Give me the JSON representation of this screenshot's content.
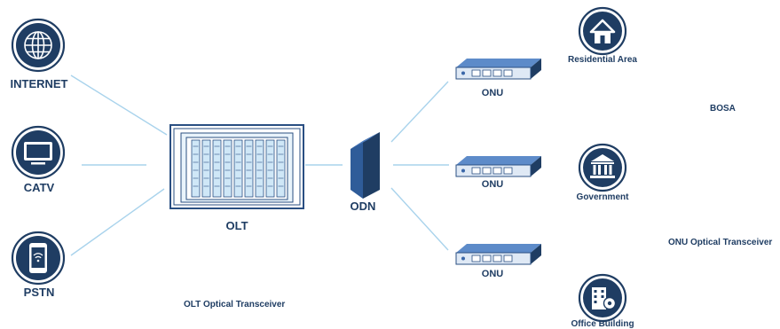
{
  "sources": [
    {
      "label": "INTERNET",
      "icon": "globe-icon"
    },
    {
      "label": "CATV",
      "icon": "tv-icon"
    },
    {
      "label": "PSTN",
      "icon": "smartphone-icon"
    }
  ],
  "olt": {
    "label": "OLT"
  },
  "odn": {
    "label": "ODN"
  },
  "onus": [
    {
      "label": "ONU"
    },
    {
      "label": "ONU"
    },
    {
      "label": "ONU"
    }
  ],
  "destinations": [
    {
      "label": "Residential Area",
      "icon": "house-icon"
    },
    {
      "label": "Government",
      "icon": "government-building-icon"
    },
    {
      "label": "Office Building",
      "icon": "office-building-icon"
    }
  ],
  "captions": {
    "bosa": "BOSA",
    "onu_transceiver": "ONU Optical Transceiver",
    "olt_transceiver": "OLT Optical Transceiver"
  },
  "colors": {
    "navy": "#1f3d63",
    "line": "#a9d3ec",
    "device_blue": "#3a66a8",
    "device_light": "#dfe9f5",
    "olt_fill": "#cfe7f7",
    "olt_frame": "#2a4f82"
  }
}
